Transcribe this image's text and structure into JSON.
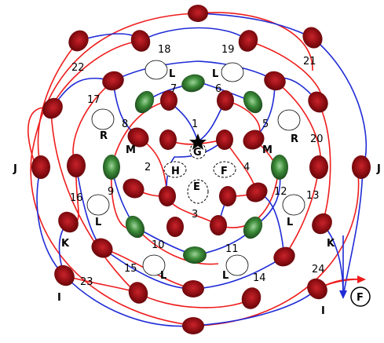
{
  "diagram": {
    "numbers": [
      "1",
      "2",
      "3",
      "4",
      "5",
      "6",
      "7",
      "8",
      "9",
      "10",
      "11",
      "12",
      "13",
      "14",
      "15",
      "16",
      "17",
      "18",
      "19",
      "20",
      "21",
      "22",
      "23",
      "24"
    ],
    "letters": {
      "G": "G",
      "H": "H",
      "F": "F",
      "E": "E",
      "M": "M",
      "R": "R",
      "L": "L",
      "J": "J",
      "K": "K",
      "I": "I",
      "F_circle": "F"
    },
    "icons": {
      "red_cell": "red-oval-cell",
      "green_cell": "green-oval-cell",
      "white_oval": "dashed-white-oval",
      "star": "star"
    },
    "colors": {
      "red_path": "#ee1c1c",
      "blue_path": "#1f2bd6",
      "cell_red": "#9b0c10",
      "cell_green": "#2f7a2c"
    }
  }
}
